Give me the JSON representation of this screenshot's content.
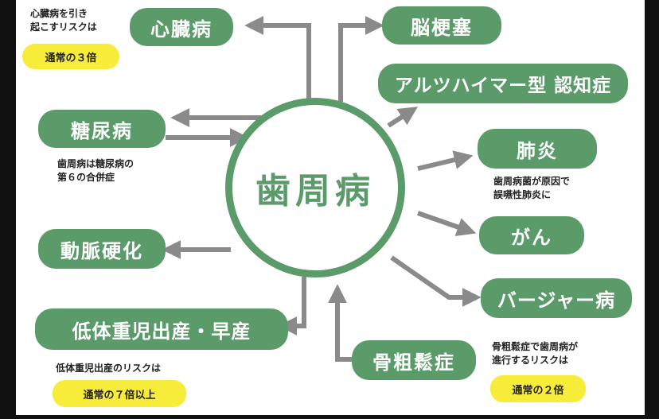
{
  "center_label": "歯周病",
  "nodes": {
    "heart": "心臓病",
    "diabetes": "糖尿病",
    "arterio": "動脈硬化",
    "lowbirth": "低体重児出産・早産",
    "stroke": "脳梗塞",
    "alzheimer": "アルツハイマー型 認知症",
    "pneumonia": "肺炎",
    "cancer": "がん",
    "buerger": "バージャー病",
    "osteo": "骨粗鬆症"
  },
  "notes": {
    "heart_line1": "心臓病を引き",
    "heart_line2": "起こすリスクは",
    "heart_highlight": "通常の３倍",
    "diabetes_line1": "歯周病は糖尿病の",
    "diabetes_line2": "第６の合併症",
    "pneumonia_line1": "歯周病菌が原因で",
    "pneumonia_line2": "誤嚥性肺炎に",
    "lowbirth_line1": "低体重児出産のリスクは",
    "lowbirth_highlight": "通常の７倍以上",
    "osteo_line1": "骨粗鬆症で歯周病が",
    "osteo_line2": "進行するリスクは",
    "osteo_highlight": "通常の２倍"
  },
  "colors": {
    "green": "#5b9b6a",
    "arrow_gray": "#8a8a8a",
    "highlight_yellow": "#f7ec3a"
  }
}
